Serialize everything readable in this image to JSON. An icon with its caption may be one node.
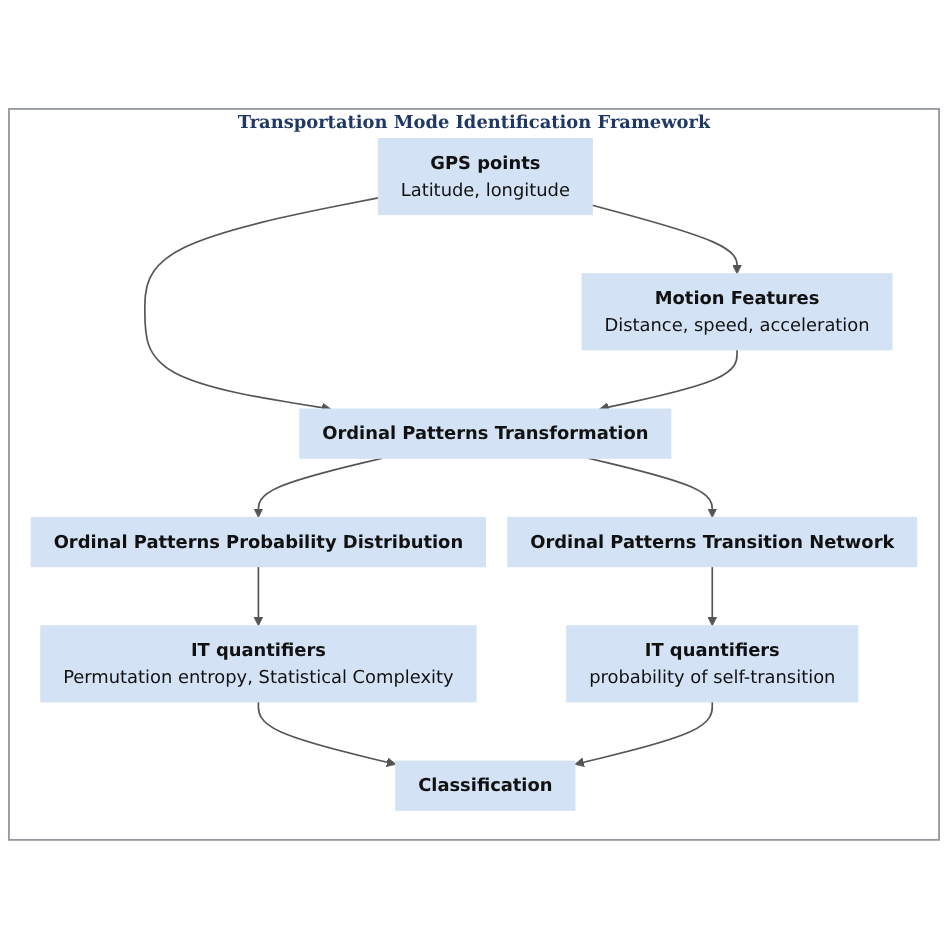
{
  "diagram": {
    "nodes": [
      {
        "text": [
          "Transportation Mode Identification Framework"
        ]
      },
      {
        "text": [
          "GPS points",
          "Latitude, longitude"
        ],
        "in": 0
      },
      {
        "text": [
          "Motion Features",
          "Distance, speed, acceleration"
        ],
        "in": 0
      },
      {
        "text": [
          "Ordinal Patterns Transformation"
        ],
        "in": 0
      },
      {
        "text": [
          "Ordinal Patterns Probability Distribution"
        ],
        "in": 0
      },
      {
        "text": [
          "Ordinal Patterns Transition Network"
        ],
        "in": 0
      },
      {
        "text": [
          "IT quantifiers",
          "Permutation entropy, Statistical Complexity"
        ],
        "in": 0
      },
      {
        "text": [
          "IT quantifiers",
          "probability of self-transition"
        ],
        "in": 0
      },
      {
        "text": [
          "Classification"
        ],
        "in": 0
      }
    ],
    "edges": [
      {
        "from": 1,
        "to": 2,
        "arrow": "to"
      },
      {
        "from": 1,
        "to": 3,
        "arrow": "to"
      },
      {
        "from": 2,
        "to": 3,
        "arrow": "to"
      },
      {
        "from": 3,
        "to": 4,
        "arrow": "to"
      },
      {
        "from": 3,
        "to": 5,
        "arrow": "to"
      },
      {
        "from": 4,
        "to": 6,
        "arrow": "to"
      },
      {
        "from": 5,
        "to": 7,
        "arrow": "to"
      },
      {
        "from": 6,
        "to": 8,
        "arrow": "to"
      },
      {
        "from": 7,
        "to": 8,
        "arrow": "to"
      }
    ]
  }
}
